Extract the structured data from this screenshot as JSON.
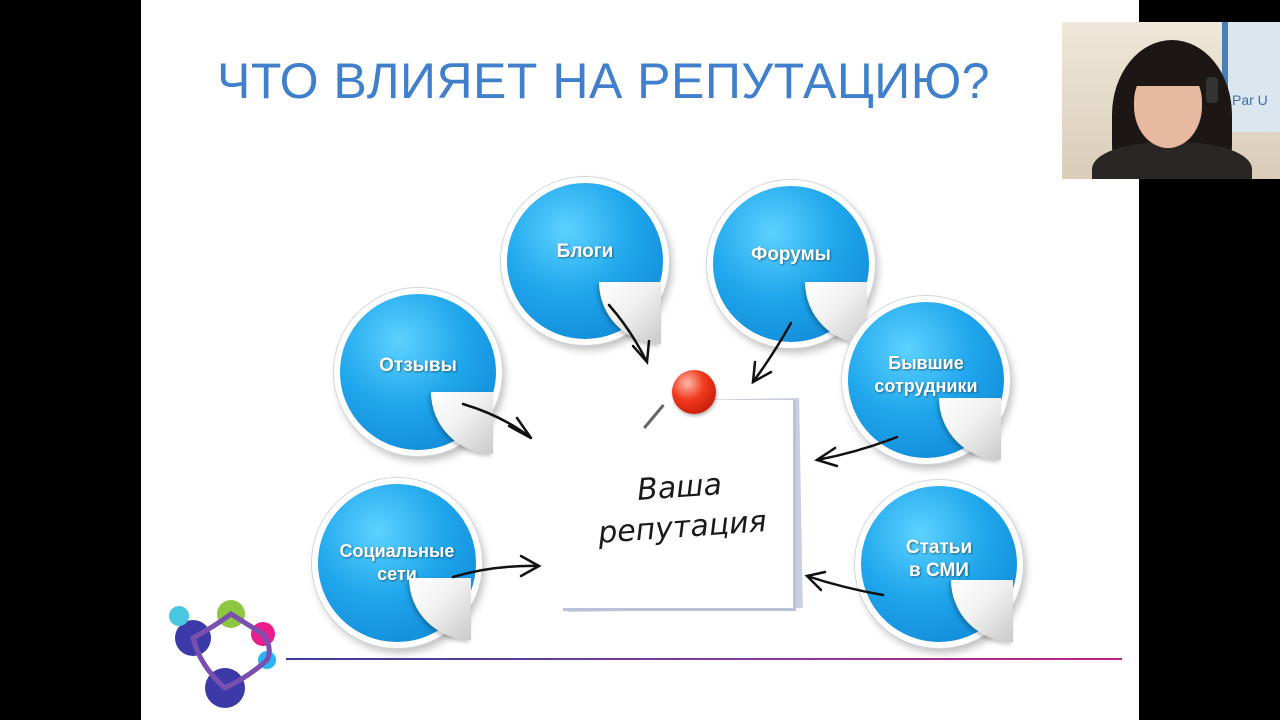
{
  "slide": {
    "title": "ЧТО ВЛИЯЕТ НА РЕПУТАЦИЮ?",
    "center_note": "Ваша\nрепутация",
    "stickers": [
      {
        "id": "blogs",
        "label": "Блоги"
      },
      {
        "id": "forums",
        "label": "Форумы"
      },
      {
        "id": "reviews",
        "label": "Отзывы"
      },
      {
        "id": "former-employees",
        "label": "Бывшие\nсотрудники"
      },
      {
        "id": "social-networks",
        "label": "Социальные\nсети"
      },
      {
        "id": "media-articles",
        "label": "Статьи\nв СМИ"
      }
    ]
  },
  "webcam": {
    "poster_text": "Par U"
  },
  "colors": {
    "title": "#3f7fcb",
    "sticker": "#1fa6ec",
    "pin": "#f03a1e",
    "divider_start": "#3b3b9e",
    "divider_end": "#c0208a"
  }
}
